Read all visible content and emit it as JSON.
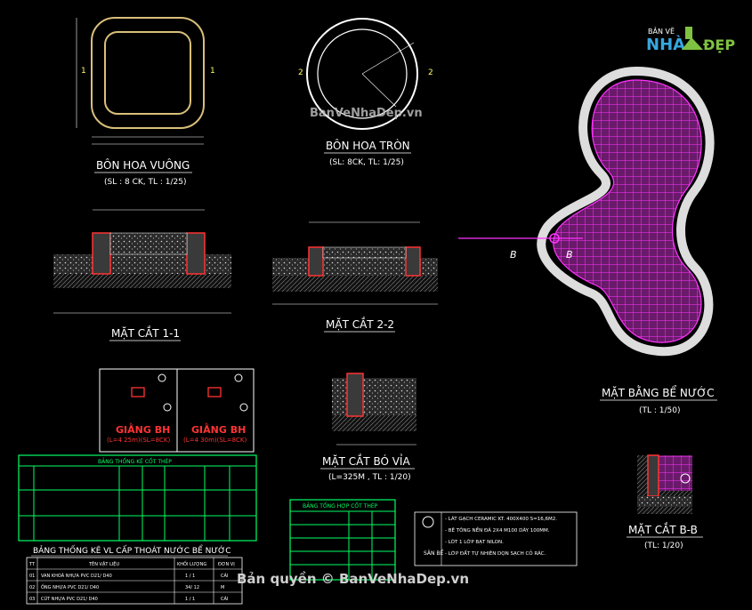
{
  "logo": {
    "top": "BẢN VẼ",
    "left": "NHÀ",
    "right": "ĐẸP"
  },
  "watermark": {
    "mid": "BanVeNhaDep.vn",
    "bottom": "Bản quyền © BanVeNhaDep.vn"
  },
  "titles": {
    "bon_hoa_vuong": "BÔN HOA VUÔNG",
    "bon_hoa_vuong_sub": "(SL : 8 CK, TL : 1/25)",
    "bon_hoa_tron": "BÔN HOA TRÒN",
    "bon_hoa_tron_sub": "(SL: 8CK, TL: 1/25)",
    "mat_cat_11": "MẶT CẮT 1-1",
    "mat_cat_22": "MẶT CẮT 2-2",
    "mat_cat_bo_via": "MẶT CẮT BÓ VỈA",
    "mat_cat_bo_via_sub": "(L=325M , TL : 1/20)",
    "mat_bang_be_nuoc": "MẶT BẰNG BỂ NƯỚC",
    "mat_bang_be_nuoc_sub": "(TL : 1/50)",
    "mat_cat_bb": "MẶT CẮT B-B",
    "mat_cat_bb_sub": "(TL: 1/20)",
    "bang_thong_ke_vl": "BẢNG THỐNG KÊ VL CẤP THOÁT NƯỚC BỂ NƯỚC"
  },
  "section_marks": {
    "one": "1",
    "two": "2",
    "b": "B"
  },
  "beams": {
    "label": "GIẰNG BH",
    "sub1": "(L=4 25m)(SL=8CK)",
    "sub2": "(L=4 30m)(SL=8CK)"
  },
  "legend_box": {
    "label": "SÂN BỂ",
    "items": [
      "- LÁT GẠCH CERAMIC KT. 400X400 S=16,6M2.",
      "- BÊ TÔNG NỀN ĐÁ 2X4 M100 DÀY 100MM.",
      "- LÓT 1 LỚP BẠT NILON.",
      "- LỚP ĐẤT TỰ NHIÊN DỌN SẠCH CỎ RÁC."
    ]
  },
  "material_table": {
    "headers": [
      "TT",
      "TÊN VẬT LIỆU",
      "KHỐI LƯỢNG",
      "ĐƠN VỊ"
    ],
    "rows": [
      [
        "01",
        "VAN KHOÁ NHỰA PVC D21/ D40",
        "1 / 1",
        "CÁI"
      ],
      [
        "02",
        "ỐNG NHỰA PVC D21/ D40",
        "34/ 12",
        "M"
      ],
      [
        "03",
        "CÚT NHỰA PVC D21/ D40",
        "1 / 1",
        "CÁI"
      ]
    ]
  },
  "green_table_title": "BẢNG THỐNG KÊ CỐT THÉP",
  "green_table2_title": "BẢNG TỔNG HỢP CỐT THÉP",
  "colors": {
    "bg": "#000000",
    "pink": "#ff33ff",
    "green": "#00ff66",
    "red": "#ff3333",
    "yellow": "#ffff66",
    "tan": "#d9c07a"
  }
}
